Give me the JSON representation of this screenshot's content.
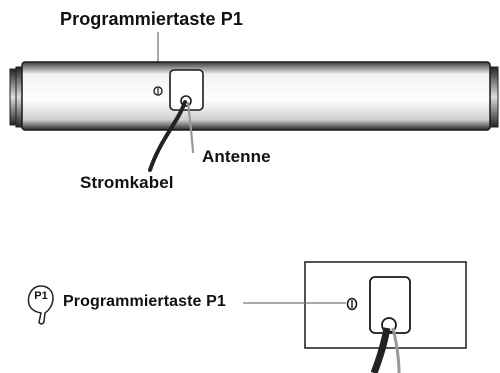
{
  "labels": {
    "programmiertaste_top": "Programmiertaste P1",
    "antenne": "Antenne",
    "stromkabel": "Stromkabel",
    "programmiertaste_bottom": "Programmiertaste P1",
    "p1_badge": "P1"
  }
}
